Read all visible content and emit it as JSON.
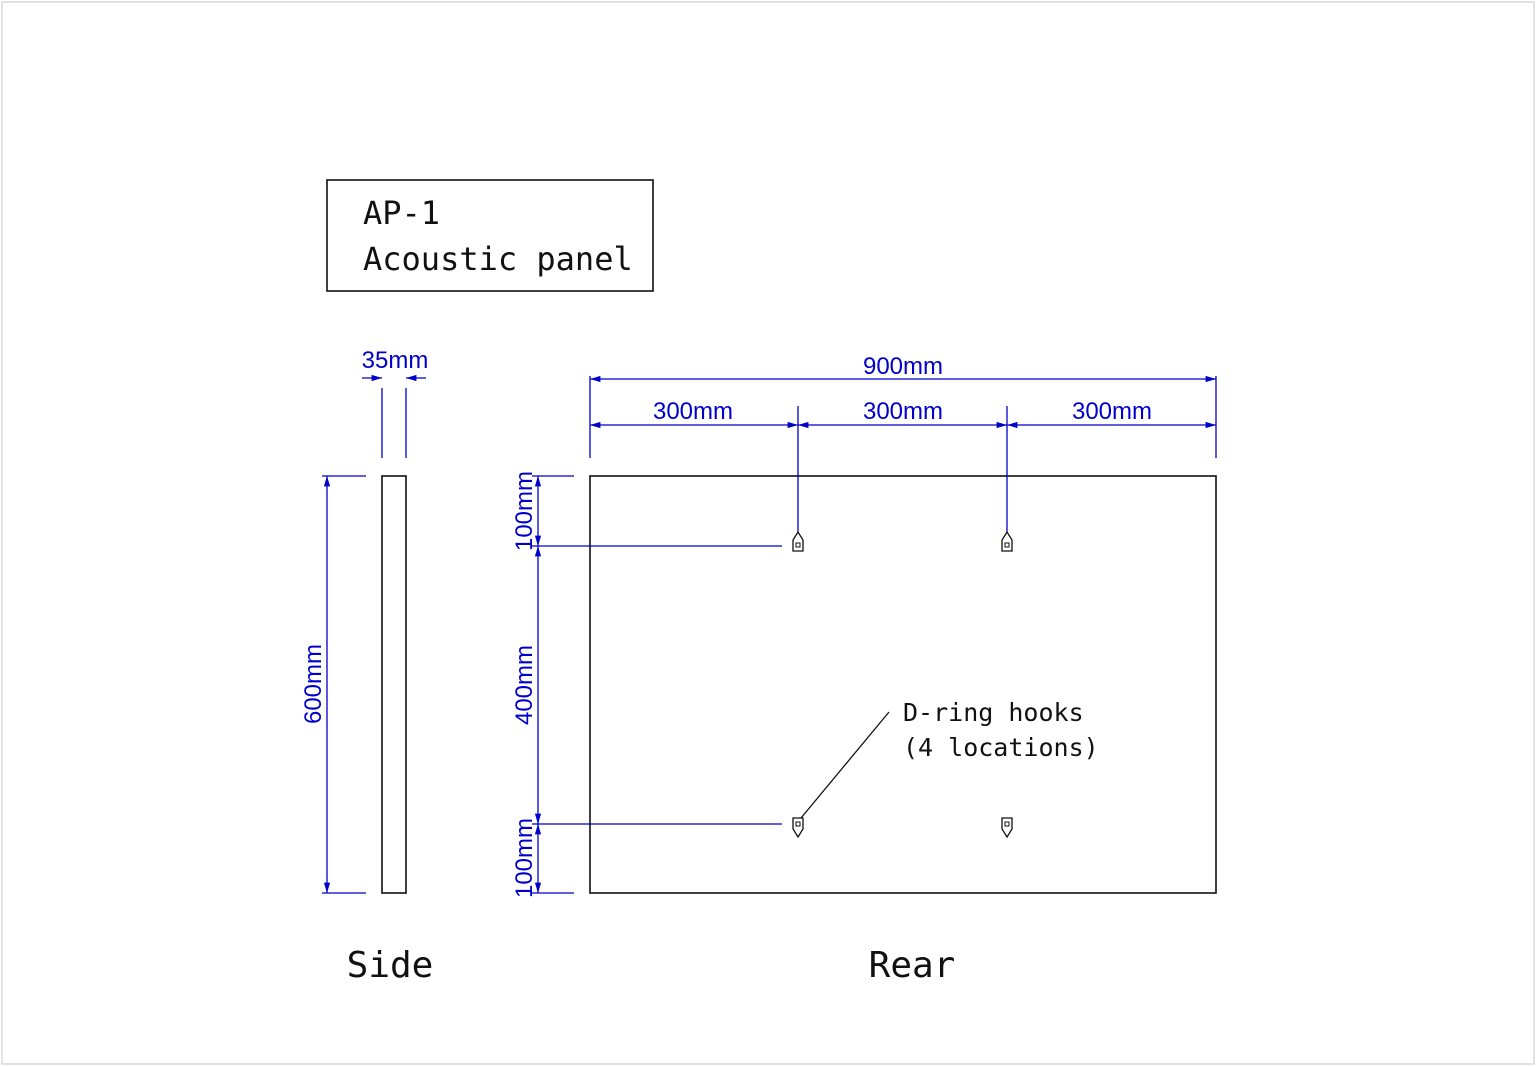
{
  "title_block": {
    "code": "AP-1",
    "name": "Acoustic panel"
  },
  "views": {
    "side_label": "Side",
    "rear_label": "Rear"
  },
  "dimensions": {
    "thickness": "35mm",
    "side_height": "600mm",
    "total_width": "900mm",
    "segment_1": "300mm",
    "segment_2": "300mm",
    "segment_3": "300mm",
    "top_offset": "100mm",
    "hook_spacing": "400mm",
    "bottom_offset": "100mm"
  },
  "callout": {
    "line1": "D-ring hooks",
    "line2": "(4 locations)"
  },
  "colors": {
    "dimension": "#0000cc",
    "object": "#111111",
    "border": "#cfcfcf"
  }
}
